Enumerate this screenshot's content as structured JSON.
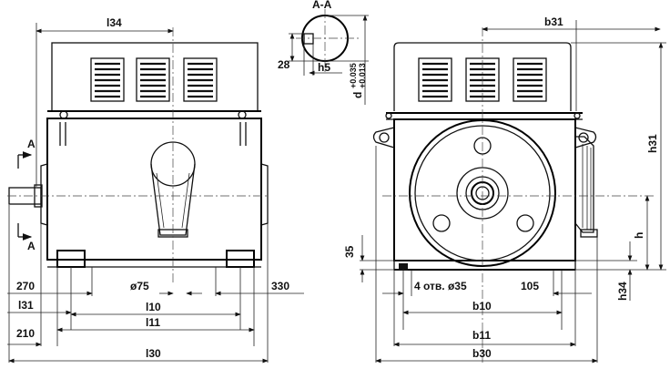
{
  "section_label": "A-A",
  "shaft_section": {
    "keyway_height": "28",
    "key_width": "h5",
    "shaft_dia": "d",
    "tolerance_upper": "+0.035",
    "tolerance_lower": "+0.013"
  },
  "side_view": {
    "length_top": "l34",
    "section_mark": "A",
    "dims": {
      "d270": "270",
      "d330": "330",
      "dia75": "ø75",
      "l31": "l31",
      "l10": "l10",
      "d210": "210",
      "l11": "l11",
      "l30": "l30"
    }
  },
  "front_view": {
    "width_top": "b31",
    "height_total": "h31",
    "height_axis": "h",
    "d35": "35",
    "holes": "4 отв. ø35",
    "d105": "105",
    "h34": "h34",
    "b10": "b10",
    "b11": "b11",
    "b30": "b30"
  }
}
